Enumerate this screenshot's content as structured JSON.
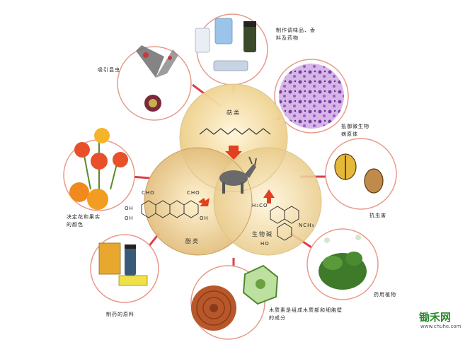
{
  "center": {
    "top_label": "萜类",
    "left_label": "酚类",
    "right_label": "生物碱",
    "chem_left_cho": "CHO",
    "chem_left_oh": "OH",
    "chem_right_h3co": "H₃CO",
    "chem_right_nch3": "NCH₃",
    "chem_right_ho": "HO"
  },
  "satellites": [
    {
      "id": "attract-insects",
      "label": "吸引昆虫"
    },
    {
      "id": "seasonings",
      "label": "制作调味品、香料及药物"
    },
    {
      "id": "antimicrobial",
      "label": "抵御微生物病原体"
    },
    {
      "id": "anti-insect",
      "label": "抗虫害"
    },
    {
      "id": "flower-color",
      "label": "决定花和果实的颜色"
    },
    {
      "id": "medicinal-plants",
      "label": "药用植物"
    },
    {
      "id": "pharma-materials",
      "label": "制药的原料"
    },
    {
      "id": "lignin",
      "label": "木质素是组成木质部和细胞壁的成分"
    }
  ],
  "watermark": {
    "title": "锄禾网",
    "url": "www.chuhe.com"
  },
  "colors": {
    "connector": "#d9404a",
    "satellite_ring": "#e89a8a",
    "circle_fill": "#f3dca0",
    "circle_overlap": "#e9c57a",
    "arrow": "#e2401f"
  }
}
